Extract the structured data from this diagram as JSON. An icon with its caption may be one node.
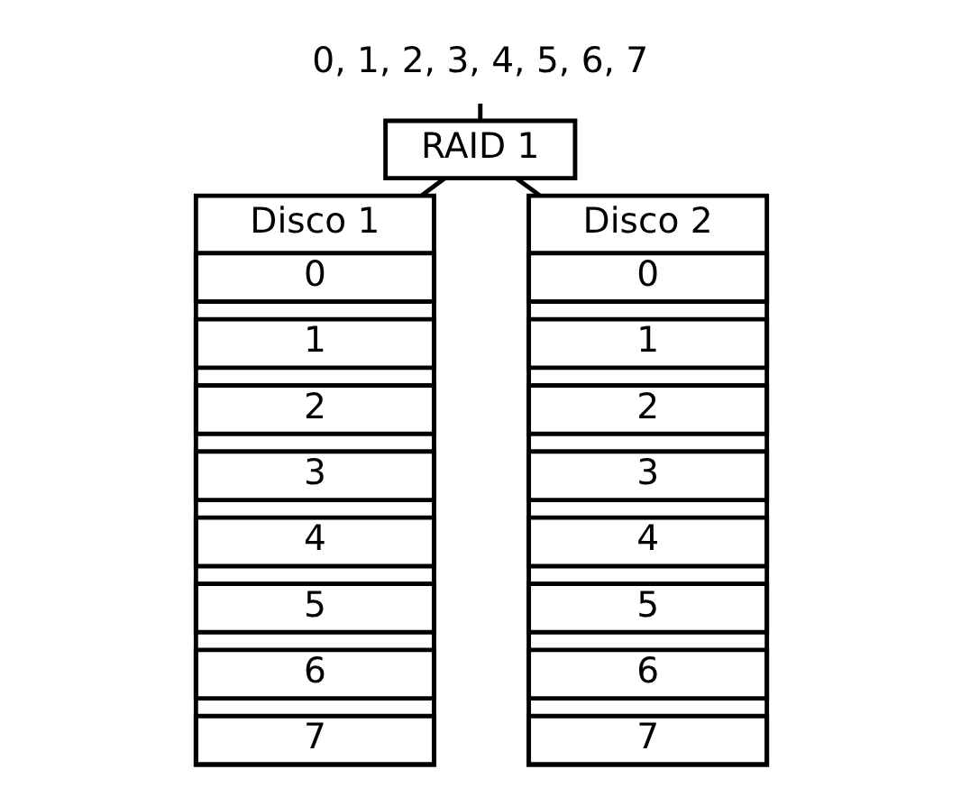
{
  "diagram": {
    "nodes": [
      {
        "text": [
          "0, 1, 2, 3, 4, 5, 6, 7"
        ]
      },
      {
        "text": [
          "RAID 1"
        ]
      },
      {
        "text": [
          "Disco 1"
        ]
      },
      {
        "text": [
          "0"
        ],
        "in": 2
      },
      {
        "text": [
          "1"
        ],
        "in": 2
      },
      {
        "text": [
          "2"
        ],
        "in": 2
      },
      {
        "text": [
          "3"
        ],
        "in": 2
      },
      {
        "text": [
          "4"
        ],
        "in": 2
      },
      {
        "text": [
          "5"
        ],
        "in": 2
      },
      {
        "text": [
          "6"
        ],
        "in": 2
      },
      {
        "text": [
          "7"
        ],
        "in": 2
      },
      {
        "text": [
          "Disco 2"
        ]
      },
      {
        "text": [
          "0"
        ],
        "in": 11
      },
      {
        "text": [
          "1"
        ],
        "in": 11
      },
      {
        "text": [
          "2"
        ],
        "in": 11
      },
      {
        "text": [
          "3"
        ],
        "in": 11
      },
      {
        "text": [
          "4"
        ],
        "in": 11
      },
      {
        "text": [
          "5"
        ],
        "in": 11
      },
      {
        "text": [
          "6"
        ],
        "in": 11
      },
      {
        "text": [
          "7"
        ],
        "in": 11
      }
    ],
    "edges": [
      {
        "from": 0,
        "to": 1,
        "arrow": "none"
      },
      {
        "from": 1,
        "to": 2,
        "arrow": "none"
      },
      {
        "from": 1,
        "to": 11,
        "arrow": "none"
      }
    ]
  }
}
